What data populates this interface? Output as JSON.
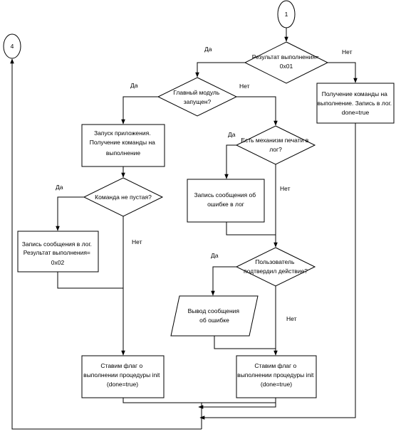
{
  "connectors": {
    "c1": "1",
    "c4": "4"
  },
  "nodes": {
    "d_result": [
      "Результат выполнения=",
      "0x01"
    ],
    "p_get_command_top": [
      "Получение команды на",
      "выполнение. Запись в лог.",
      "done=true"
    ],
    "d_main_module": [
      "Главный модуль",
      "запущен?"
    ],
    "p_launch": [
      "Запуск приложения.",
      "Получение команды на",
      "выполнение"
    ],
    "d_print_mech": [
      "Есть механизм печати в",
      "лог?"
    ],
    "p_log_error": [
      "Запись сообщения об",
      "ошибке в лог"
    ],
    "d_command_empty": [
      "Команда не пустая?"
    ],
    "p_log_result": [
      "Запись сообщения в лог.",
      "Результат выполнения=",
      "0x02"
    ],
    "d_user_confirm": [
      "Пользователь",
      "подтвердил действие?"
    ],
    "io_error_msg": [
      "Вывод сообщения",
      "об ошибке"
    ],
    "p_flag_left": [
      "Ставим флаг о",
      "выполнении процедуры init",
      "(done=true)"
    ],
    "p_flag_right": [
      "Ставим флаг о",
      "выполнении процедуры init",
      "(done=true)"
    ]
  },
  "labels": {
    "yes": "Да",
    "no": "Нет"
  }
}
